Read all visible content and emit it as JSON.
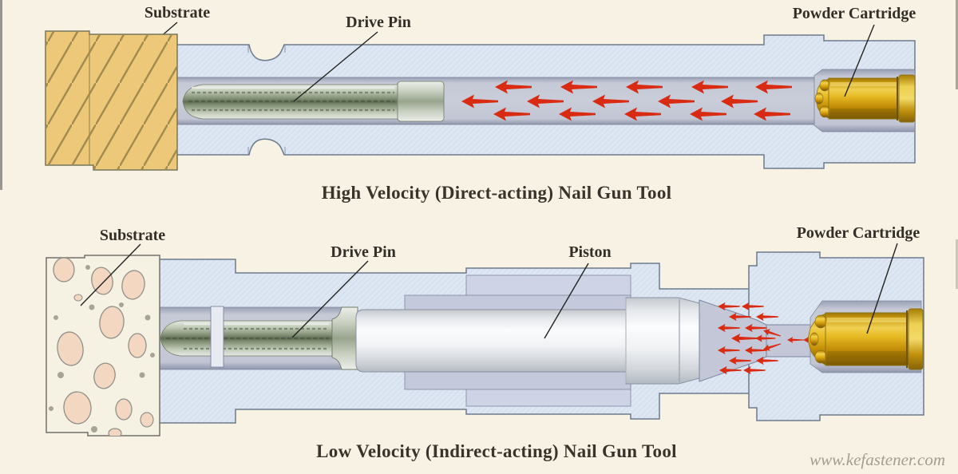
{
  "diagrams": {
    "high_velocity": {
      "caption": "High Velocity (Direct-acting) Nail Gun Tool",
      "labels": {
        "substrate": "Substrate",
        "drive_pin": "Drive Pin",
        "powder_cartridge": "Powder Cartridge"
      }
    },
    "low_velocity": {
      "caption": "Low Velocity (Indirect-acting) Nail Gun Tool",
      "labels": {
        "substrate": "Substrate",
        "drive_pin": "Drive Pin",
        "piston": "Piston",
        "powder_cartridge": "Powder Cartridge"
      }
    }
  },
  "watermark": "www.kefastener.com",
  "colors": {
    "background": "#f7f2e3",
    "housing_blue": "#dde7f3",
    "bore_gray": "#c2c6d4",
    "arrow_red": "#d92b12",
    "cartridge_gold": "#e0a914",
    "wood_substrate": "#ecc878",
    "concrete_substrate": "#f6f2e3",
    "pin_metal": "#8a977b",
    "label_text": "#332e28"
  }
}
